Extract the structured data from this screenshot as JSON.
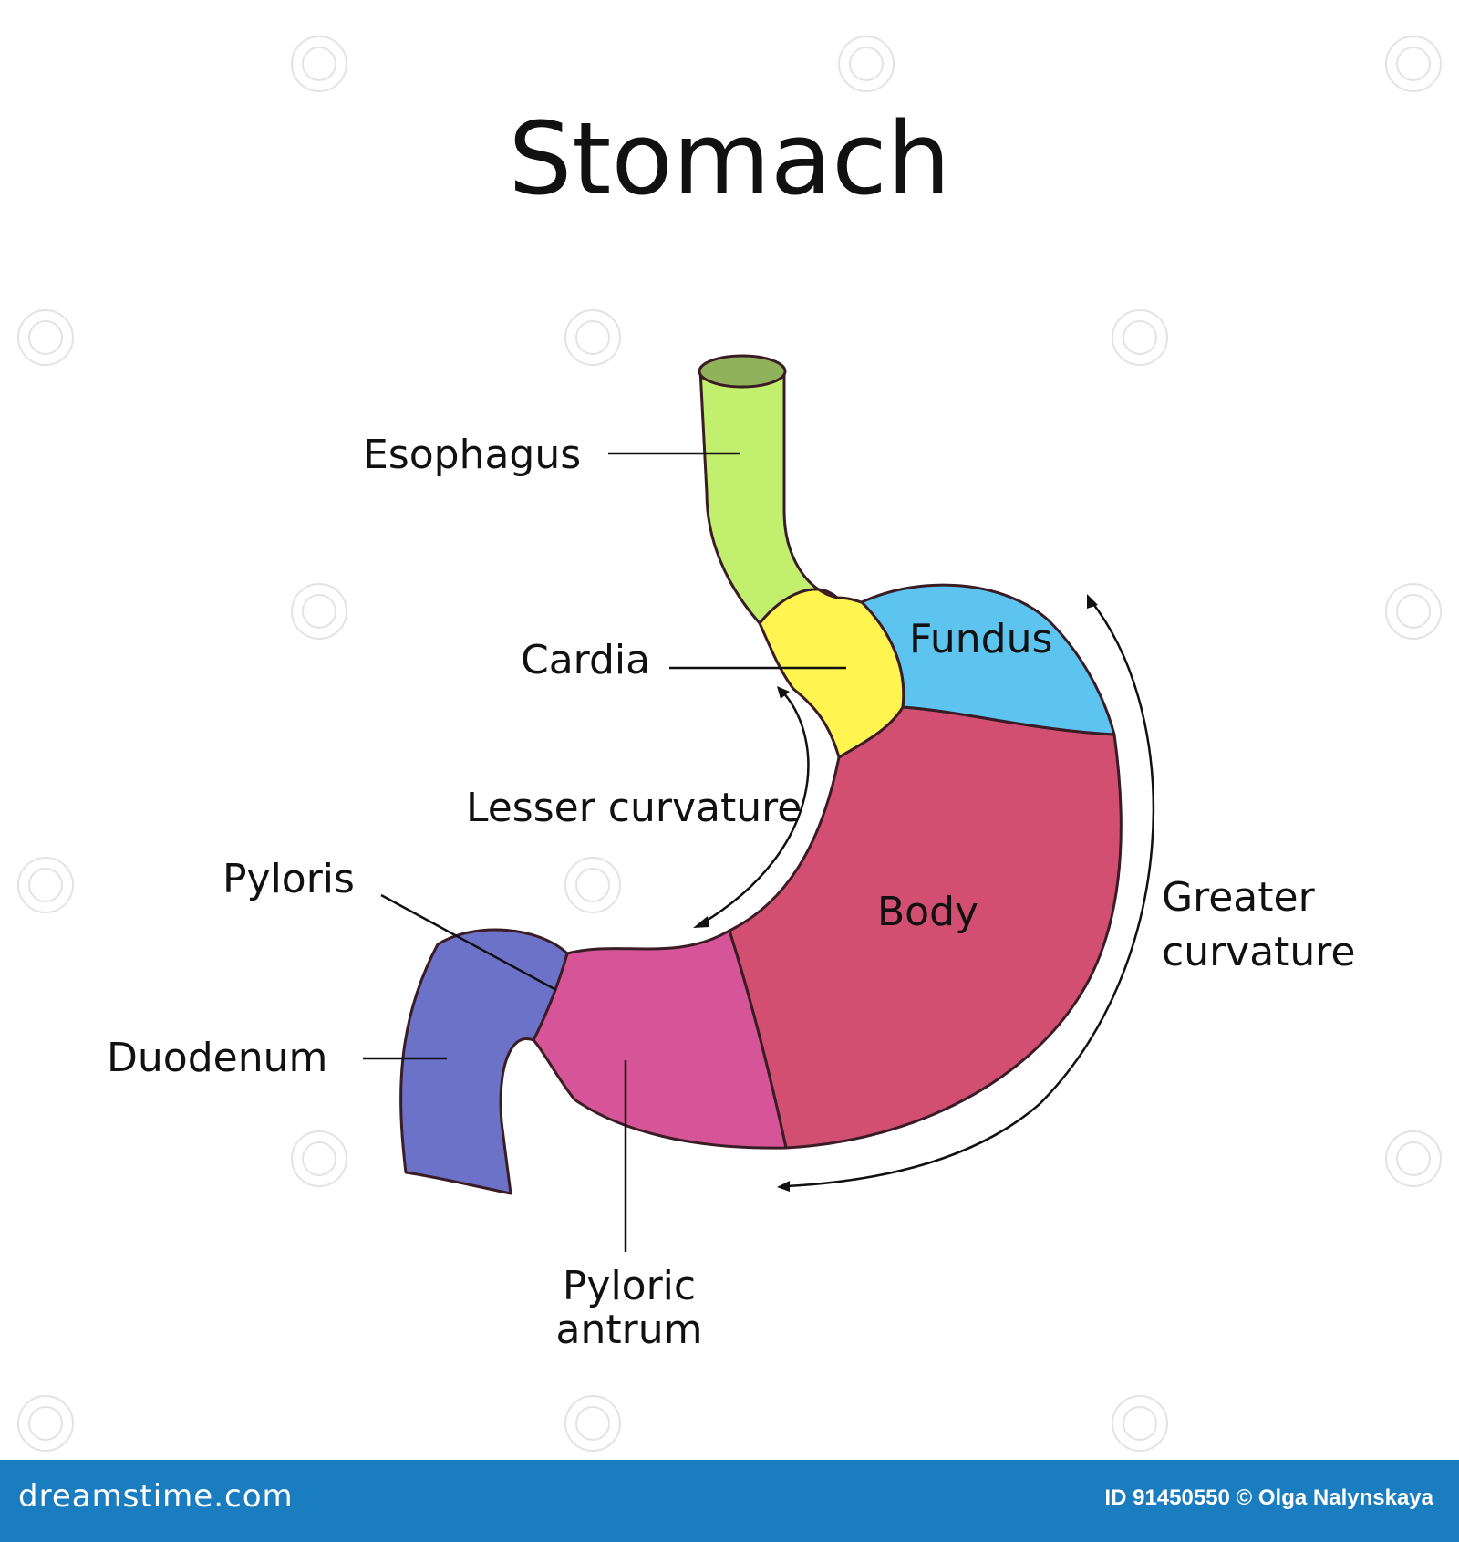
{
  "title": "Stomach",
  "labels": {
    "esophagus": "Esophagus",
    "cardia": "Cardia",
    "fundus": "Fundus",
    "lesser_curvature": "Lesser curvature",
    "pyloris": "Pyloris",
    "body": "Body",
    "greater_curvature_1": "Greater",
    "greater_curvature_2": "curvature",
    "duodenum": "Duodenum",
    "pyloric_antrum_1": "Pyloric",
    "pyloric_antrum_2": "antrum"
  },
  "colors": {
    "esophagus": "#c2f06e",
    "esophagus_top": "#8fb25a",
    "cardia": "#fff450",
    "fundus": "#5cc4ef",
    "body": "#d24f72",
    "pyloric_antrum": "#d65598",
    "duodenum": "#6d72c9",
    "footer": "#1a7dc0"
  },
  "footer": {
    "logo": "dreamstime.com",
    "image_id": "ID 91450550 © Olga Nalynskaya"
  }
}
